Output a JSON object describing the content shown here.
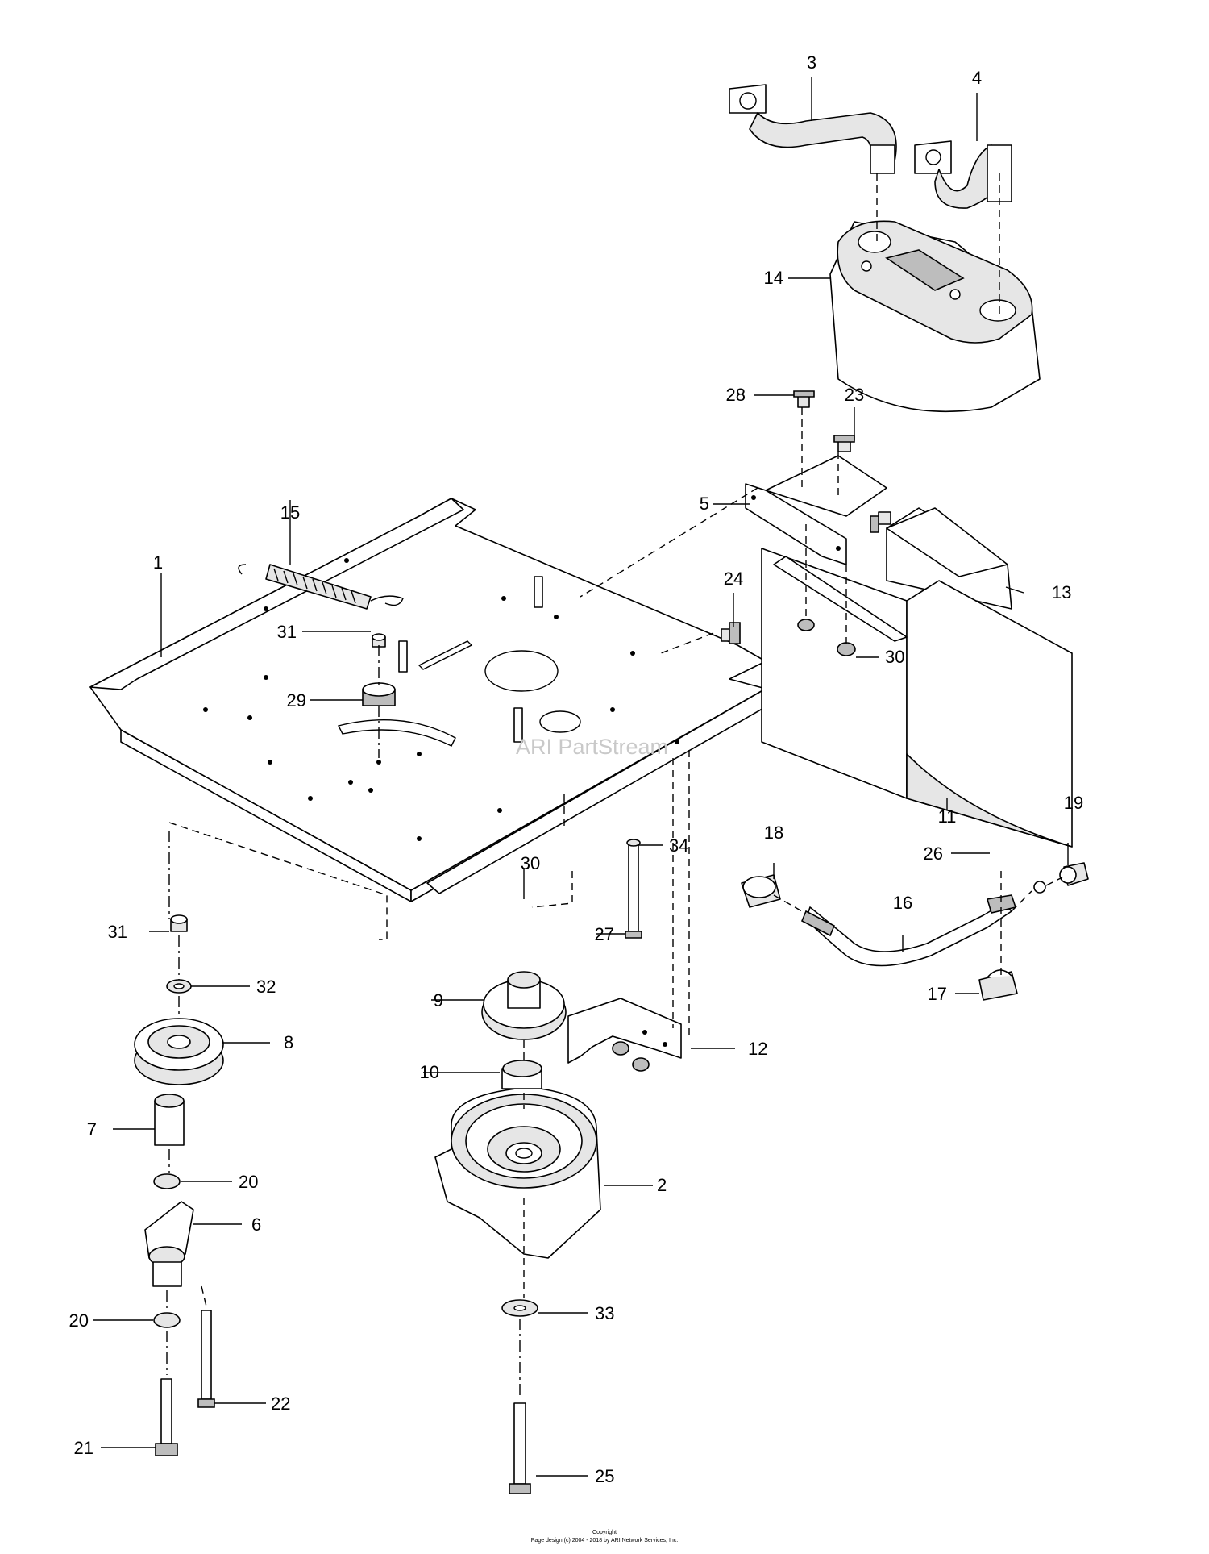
{
  "callouts": [
    {
      "id": "1",
      "label": "1"
    },
    {
      "id": "2",
      "label": "2"
    },
    {
      "id": "3",
      "label": "3"
    },
    {
      "id": "4",
      "label": "4"
    },
    {
      "id": "5",
      "label": "5"
    },
    {
      "id": "6",
      "label": "6"
    },
    {
      "id": "7",
      "label": "7"
    },
    {
      "id": "8",
      "label": "8"
    },
    {
      "id": "9",
      "label": "9"
    },
    {
      "id": "10",
      "label": "10"
    },
    {
      "id": "11",
      "label": "11"
    },
    {
      "id": "12",
      "label": "12"
    },
    {
      "id": "13",
      "label": "13"
    },
    {
      "id": "14",
      "label": "14"
    },
    {
      "id": "15",
      "label": "15"
    },
    {
      "id": "16",
      "label": "16"
    },
    {
      "id": "17",
      "label": "17"
    },
    {
      "id": "18",
      "label": "18"
    },
    {
      "id": "19",
      "label": "19"
    },
    {
      "id": "20a",
      "label": "20"
    },
    {
      "id": "20b",
      "label": "20"
    },
    {
      "id": "21",
      "label": "21"
    },
    {
      "id": "22",
      "label": "22"
    },
    {
      "id": "23",
      "label": "23"
    },
    {
      "id": "24",
      "label": "24"
    },
    {
      "id": "25",
      "label": "25"
    },
    {
      "id": "26",
      "label": "26"
    },
    {
      "id": "27",
      "label": "27"
    },
    {
      "id": "28",
      "label": "28"
    },
    {
      "id": "29",
      "label": "29"
    },
    {
      "id": "30a",
      "label": "30"
    },
    {
      "id": "30b",
      "label": "30"
    },
    {
      "id": "31a",
      "label": "31"
    },
    {
      "id": "31b",
      "label": "31"
    },
    {
      "id": "32",
      "label": "32"
    },
    {
      "id": "33",
      "label": "33"
    },
    {
      "id": "34",
      "label": "34"
    }
  ],
  "watermark": "ARI PartStream",
  "copyright": {
    "line1": "Copyright",
    "line2": "Page design (c) 2004 - 2018 by ARI Network Services, Inc."
  }
}
